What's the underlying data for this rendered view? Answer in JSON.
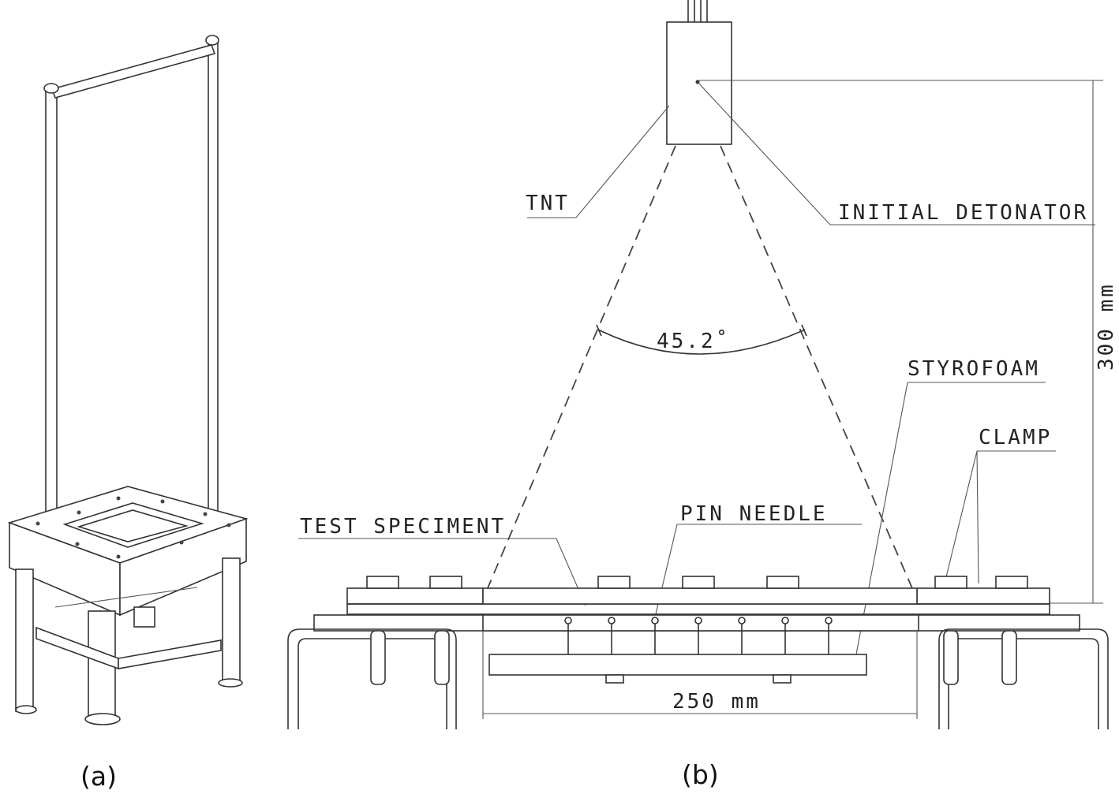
{
  "panels": {
    "a": {
      "caption": "(a)"
    },
    "b": {
      "caption": "(b)"
    }
  },
  "labels": {
    "tnt": "TNT",
    "detonator": "INITIAL DETONATOR",
    "angle": "45.2˚",
    "styrofoam": "STYROFOAM",
    "clamp": "CLAMP",
    "specimen": "TEST SPECIMENT",
    "pin_needle": "PIN NEEDLE",
    "height": "300 mm",
    "width": "250 mm"
  }
}
